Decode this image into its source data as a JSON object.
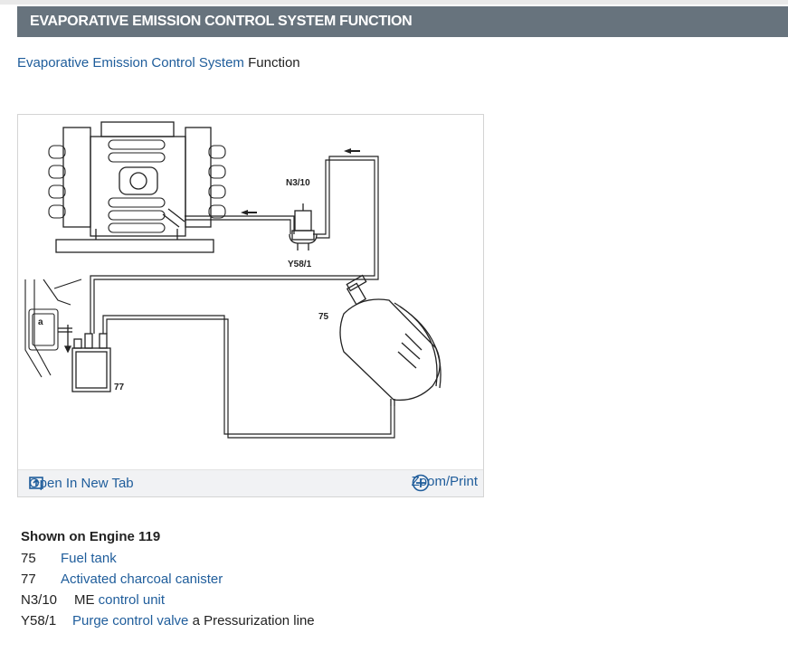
{
  "header": {
    "title": "EVAPORATIVE EMISSION CONTROL SYSTEM FUNCTION"
  },
  "subtitle": {
    "link_text": "Evaporative Emission Control System",
    "plain_text": "Function"
  },
  "figure": {
    "labels": {
      "n310": "N3/10",
      "y581": "Y58/1",
      "tank": "75",
      "canister": "77",
      "a": "a"
    },
    "toolbar": {
      "open_label": "Open In New Tab",
      "zoom_label": "Zoom/Print"
    }
  },
  "legend": {
    "title": "Shown on Engine 119",
    "items": [
      {
        "code": "75",
        "link": "Fuel tank",
        "suffix": ""
      },
      {
        "code": "77",
        "link": "Activated charcoal canister",
        "suffix": ""
      },
      {
        "code": "N3/10",
        "prefix": "ME",
        "link": "control unit",
        "suffix": ""
      },
      {
        "code": "Y58/1",
        "link": "Purge control valve",
        "suffix": "a Pressurization line"
      }
    ]
  },
  "colors": {
    "header_bg": "#67737d",
    "link": "#1f5d9b"
  }
}
